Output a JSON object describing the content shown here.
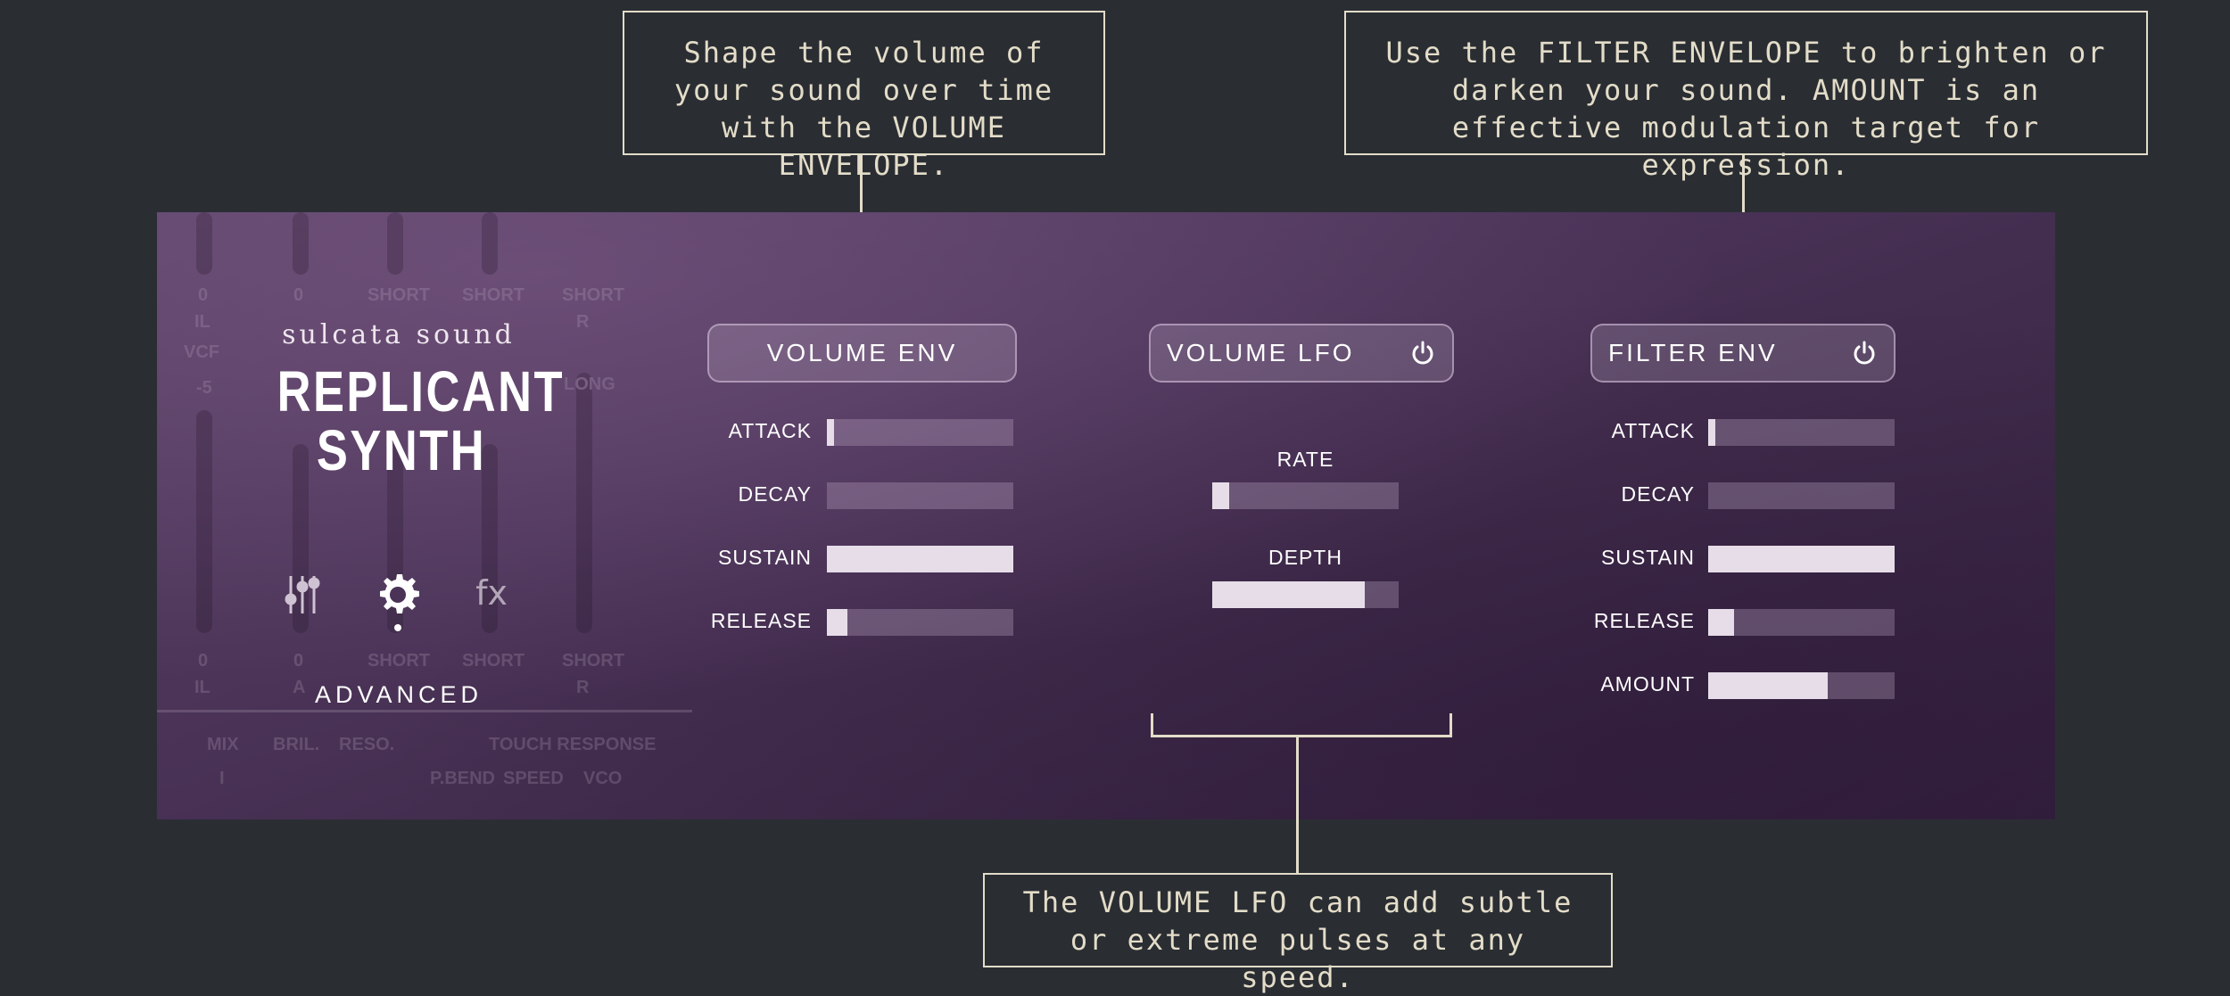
{
  "callouts": {
    "volume_env": "Shape the volume of your sound over time with the VOLUME ENVELOPE.",
    "filter_env": "Use the FILTER ENVELOPE to brighten or darken your sound. AMOUNT is an effective modulation target for expression.",
    "volume_lfo": "The VOLUME LFO can add subtle or extreme pulses at any speed."
  },
  "brand": {
    "company": "sulcata sound",
    "product_line1": "REPLICANT",
    "product_line2": "SYNTH"
  },
  "nav": {
    "icons": [
      "mixer-sliders-icon",
      "gear-icon",
      "fx-icon"
    ],
    "fx_label": "fx",
    "active_label": "ADVANCED"
  },
  "background_labels": {
    "top_row": [
      "0",
      "0",
      "SHORT",
      "SHORT",
      "SHORT"
    ],
    "top_row2": [
      "IL",
      "",
      "",
      "",
      "R"
    ],
    "left_col": [
      "VCF",
      "-5"
    ],
    "long": "LONG",
    "bottom_row": [
      "0",
      "0",
      "SHORT",
      "SHORT",
      "SHORT"
    ],
    "bottom_row2": [
      "IL",
      "A",
      "",
      "",
      "R"
    ],
    "footer": [
      "MIX",
      "BRIL.",
      "RESO.",
      "TOUCH RESPONSE"
    ],
    "footer2": [
      "I",
      "P.BEND",
      "SPEED",
      "VCO"
    ]
  },
  "volume_env": {
    "title": "VOLUME ENV",
    "params": [
      {
        "label": "ATTACK",
        "value": 0.04
      },
      {
        "label": "DECAY",
        "value": 0.0
      },
      {
        "label": "SUSTAIN",
        "value": 1.0
      },
      {
        "label": "RELEASE",
        "value": 0.11
      }
    ]
  },
  "volume_lfo": {
    "title": "VOLUME LFO",
    "icon": "power-icon",
    "params": [
      {
        "label": "RATE",
        "value": 0.09
      },
      {
        "label": "DEPTH",
        "value": 0.82
      }
    ]
  },
  "filter_env": {
    "title": "FILTER ENV",
    "icon": "power-icon",
    "params": [
      {
        "label": "ATTACK",
        "value": 0.04
      },
      {
        "label": "DECAY",
        "value": 0.0
      },
      {
        "label": "SUSTAIN",
        "value": 1.0
      },
      {
        "label": "RELEASE",
        "value": 0.14
      },
      {
        "label": "AMOUNT",
        "value": 0.64
      }
    ]
  },
  "colors": {
    "background": "#2a2e33",
    "callout": "#e3dcc8",
    "panel": "#4a3357",
    "slider_fill": "#e6dde8"
  }
}
